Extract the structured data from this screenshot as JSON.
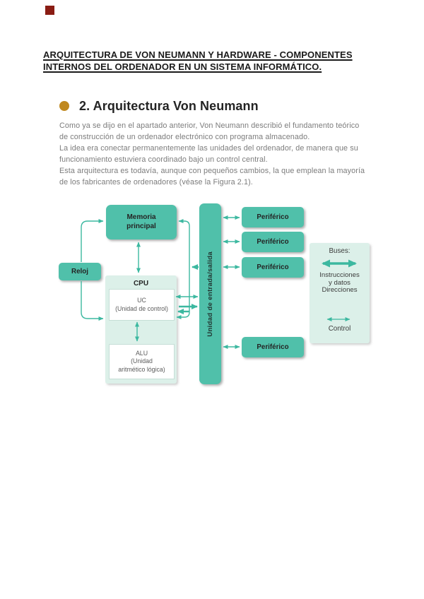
{
  "decorations": {
    "red_marker_color": "#8a1c13"
  },
  "title": {
    "line1": "ARQUITECTURA DE VON NEUMANN Y HARDWARE - COMPONENTES",
    "line2": "INTERNOS DEL ORDENADOR EN UN SISTEMA INFORMÁTICO."
  },
  "section": {
    "heading": "2. Arquitectura Von Neumann",
    "bullet_color": "#c0881e"
  },
  "paragraphs": {
    "p1": {
      "line1": "Como ya se dijo en el apartado anterior, Von Neumann describió el fundamento teórico",
      "line2": "de construcción de un ordenador electrónico con programa almacenado."
    },
    "p2": {
      "line1": "La idea era conectar permanentemente las unidades del ordenador, de manera que su",
      "line2": "funcionamiento estuviera coordinado bajo un control central."
    },
    "p3": {
      "line1": "Esta arquitectura es todavía, aunque con pequeños cambios, la que emplean la mayoría",
      "line2": "de los fabricantes de ordenadores (véase la Figura 2.1)."
    }
  },
  "diagram": {
    "colors": {
      "box_teal": "#50c0aa",
      "panel_mint": "#dcf0e9",
      "arrow_teal": "#3cb8a0"
    },
    "memoria": {
      "line1": "Memoria",
      "line2": "principal"
    },
    "reloj": {
      "label": "Reloj"
    },
    "cpu": {
      "label": "CPU"
    },
    "uc": {
      "line1": "UC",
      "line2": "(Unidad de control)"
    },
    "alu": {
      "line1": "ALU",
      "line2": "(Unidad",
      "line3": "aritmético lógica)"
    },
    "es": {
      "label": "Unidad de entrada/salida"
    },
    "perifericos": [
      {
        "label": "Periférico"
      },
      {
        "label": "Periférico"
      },
      {
        "label": "Periférico"
      },
      {
        "label": "Periférico"
      }
    ],
    "legend": {
      "title": "Buses:",
      "line1": "Instrucciones",
      "line2": "y datos",
      "line3": "Direcciones",
      "control": "Control"
    }
  }
}
